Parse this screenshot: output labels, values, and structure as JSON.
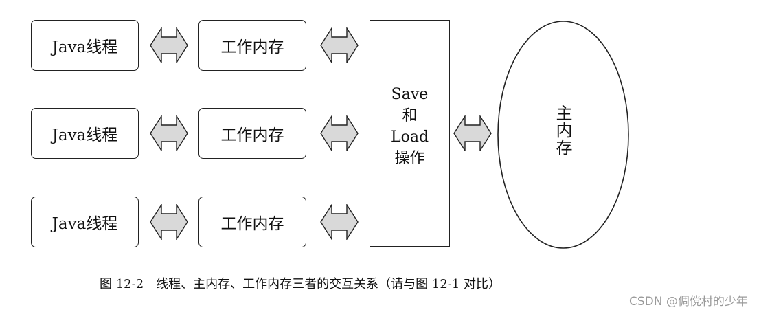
{
  "rows": [
    {
      "thread": "Java线程",
      "work_memory": "工作内存"
    },
    {
      "thread": "Java线程",
      "work_memory": "工作内存"
    },
    {
      "thread": "Java线程",
      "work_memory": "工作内存"
    }
  ],
  "save_load": {
    "line1": "Save",
    "line2": "和",
    "line3": "Load",
    "line4": "操作"
  },
  "main_memory": "主内存",
  "caption": "图 12-2　线程、主内存、工作内存三者的交互关系（请与图 12-1 对比）",
  "watermark": "CSDN @倜傥村的少年",
  "colors": {
    "arrow_fill": "#d9d9d9",
    "stroke": "#222222"
  }
}
